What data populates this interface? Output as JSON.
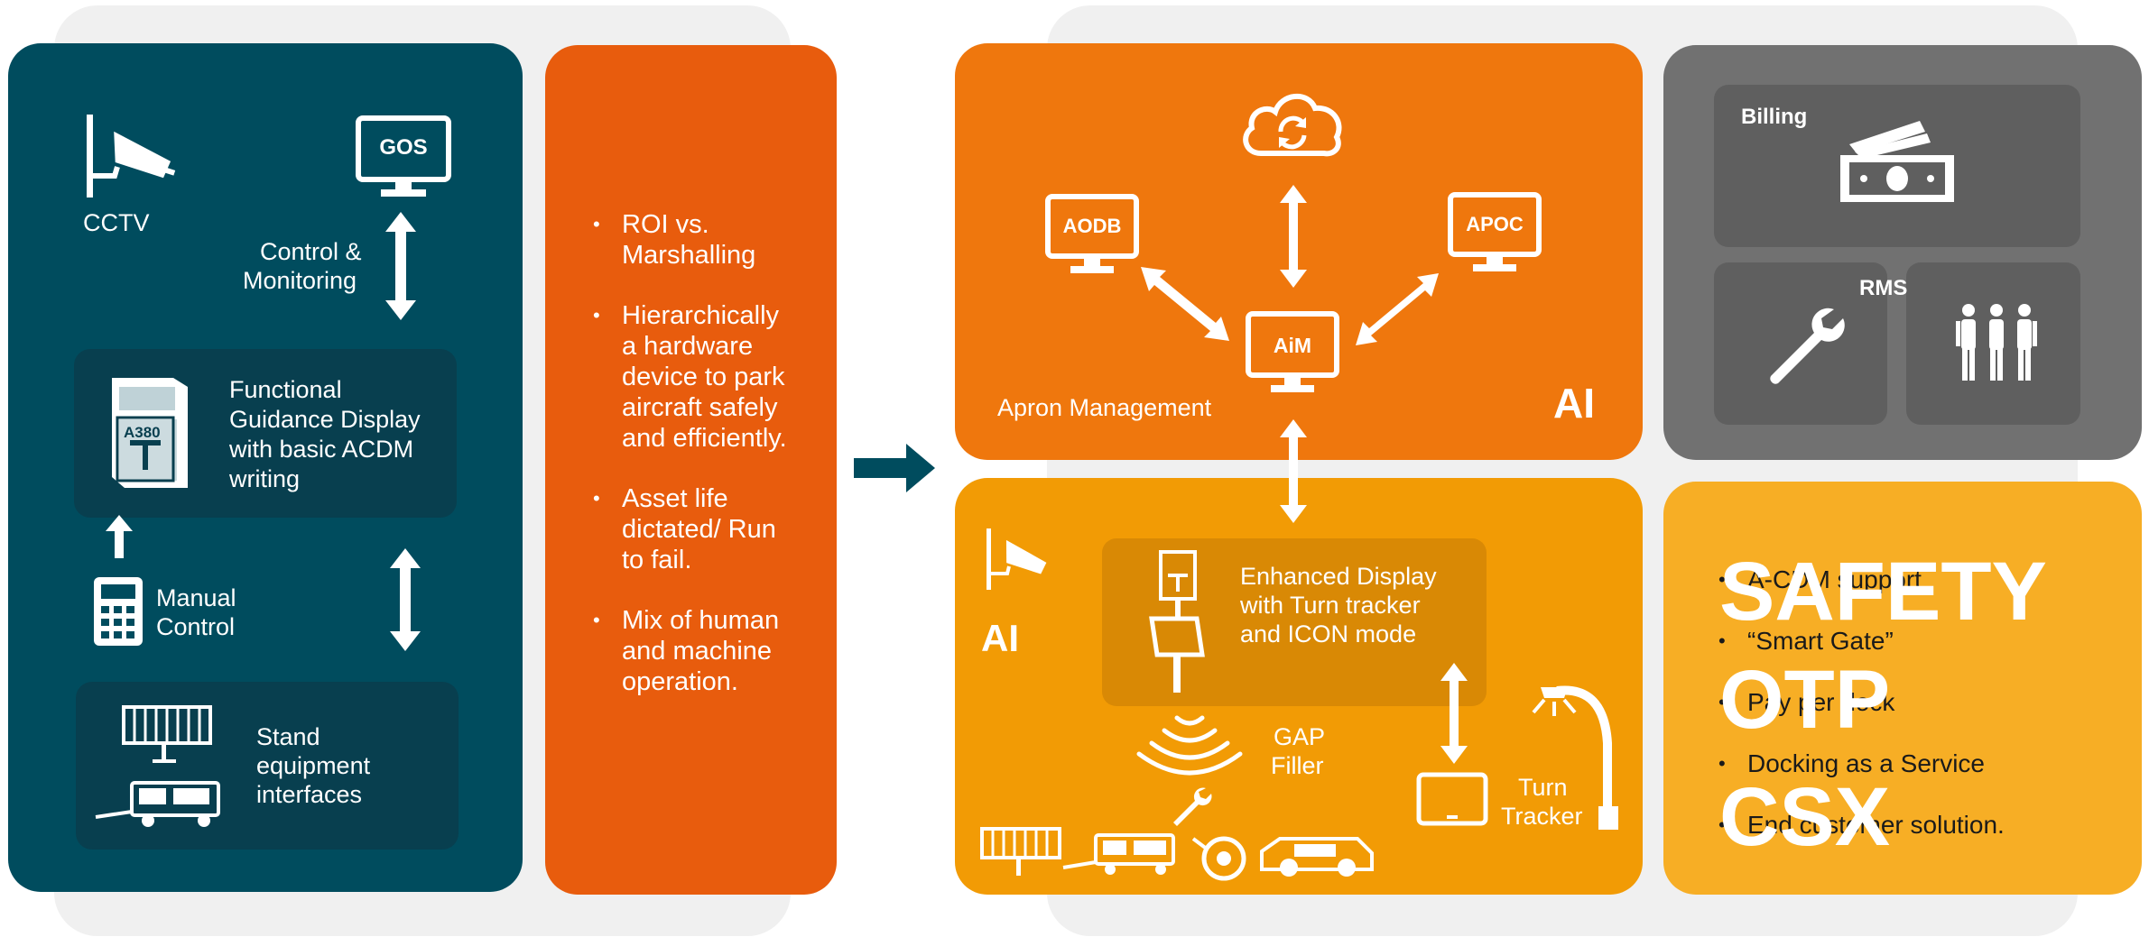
{
  "colors": {
    "teal": "#004c5e",
    "teal_dark": "#083f4f",
    "orange_red": "#e85c0d",
    "orange": "#ef770d",
    "amber": "#f29b05",
    "yellow": "#f7ae25",
    "grey": "#717171",
    "grey_box": "#5f5f5f"
  },
  "left_panel": {
    "cctv_label": "CCTV",
    "gos_label": "GOS",
    "control_label": [
      "Control &",
      "Monitoring"
    ],
    "guidance_lines": [
      "Functional",
      "Guidance Display",
      "with basic ACDM",
      "writing"
    ],
    "display_text": "A380",
    "manual_lines": [
      "Manual",
      "Control"
    ],
    "stand_lines": [
      "Stand",
      "equipment",
      "interfaces"
    ]
  },
  "middle_panel": {
    "bullets": [
      [
        "ROI vs.",
        "Marshalling"
      ],
      [
        "Hierarchically",
        "a hardware",
        "device to park",
        "aircraft safely",
        "and efficiently."
      ],
      [
        "Asset life",
        "dictated/ Run",
        "to fail."
      ],
      [
        "Mix of human",
        "and machine",
        "operation."
      ]
    ]
  },
  "apron_panel": {
    "aodb_label": "AODB",
    "apoc_label": "APOC",
    "aim_label": "AiM",
    "apron_label": "Apron Management",
    "ai_label": "AI"
  },
  "lower_panel": {
    "ai_label": "AI",
    "enhanced_lines": [
      "Enhanced Display",
      "with Turn tracker",
      "and ICON mode"
    ],
    "gap_lines": [
      "GAP",
      "Filler"
    ],
    "turn_lines": [
      "Turn",
      "Tracker"
    ]
  },
  "grey_panel": {
    "billing_label": "Billing",
    "rms_label": "RMS"
  },
  "yellow_panel": {
    "bullets": [
      "A-CDM support",
      "“Smart Gate”",
      "Pay per dock",
      "Docking as a Service",
      "End customer solution."
    ],
    "overlay": [
      "SAFETY",
      "OTP",
      "CSX"
    ]
  }
}
